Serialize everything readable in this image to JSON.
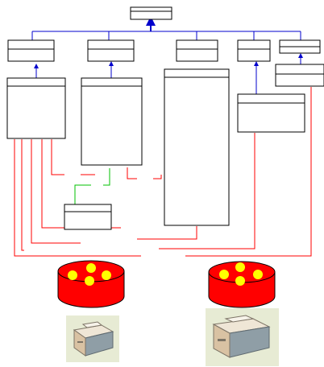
{
  "colors": {
    "background": "#ffffff",
    "box_border": "#000000",
    "hierarchy_line": "#0000cc",
    "data_line": "#ff0000",
    "link_line": "#00c000",
    "database_fill": "#ff0000",
    "database_dots": "#ffff00",
    "printer_panel": "#e7ebd4",
    "printer_body": "#d9c2a3"
  },
  "diagram": {
    "nodes": [
      {
        "id": "root",
        "kind": "entity-box",
        "label": ""
      },
      {
        "id": "level1-a",
        "kind": "entity-box",
        "label": ""
      },
      {
        "id": "level1-b",
        "kind": "entity-box",
        "label": ""
      },
      {
        "id": "level1-c",
        "kind": "entity-box",
        "label": ""
      },
      {
        "id": "level1-d",
        "kind": "entity-box",
        "label": ""
      },
      {
        "id": "level1-e",
        "kind": "entity-box",
        "label": ""
      },
      {
        "id": "detail-a",
        "kind": "entity-box",
        "label": ""
      },
      {
        "id": "detail-b",
        "kind": "entity-box",
        "label": ""
      },
      {
        "id": "detail-c",
        "kind": "entity-box",
        "label": ""
      },
      {
        "id": "detail-d",
        "kind": "entity-box",
        "label": ""
      },
      {
        "id": "detail-e",
        "kind": "entity-box",
        "label": ""
      },
      {
        "id": "linked-box",
        "kind": "entity-box",
        "label": ""
      },
      {
        "id": "database-left",
        "kind": "database-icon",
        "label": ""
      },
      {
        "id": "database-right",
        "kind": "database-icon",
        "label": ""
      },
      {
        "id": "printer-left",
        "kind": "printer-icon",
        "label": ""
      },
      {
        "id": "printer-right",
        "kind": "printer-icon",
        "label": ""
      }
    ],
    "edges": [
      {
        "from": "level1-a",
        "to": "root",
        "kind": "hierarchy"
      },
      {
        "from": "level1-b",
        "to": "root",
        "kind": "hierarchy"
      },
      {
        "from": "level1-c",
        "to": "root",
        "kind": "hierarchy"
      },
      {
        "from": "level1-d",
        "to": "root",
        "kind": "hierarchy"
      },
      {
        "from": "level1-e",
        "to": "root",
        "kind": "hierarchy"
      },
      {
        "from": "detail-a",
        "to": "level1-a",
        "kind": "hierarchy"
      },
      {
        "from": "detail-b",
        "to": "level1-b",
        "kind": "hierarchy"
      },
      {
        "from": "detail-d",
        "to": "level1-d",
        "kind": "hierarchy"
      },
      {
        "from": "detail-e",
        "to": "level1-e",
        "kind": "hierarchy"
      },
      {
        "from": "linked-box",
        "to": "detail-b",
        "kind": "link"
      },
      {
        "from": "detail-a",
        "to": "detail-b",
        "kind": "data"
      },
      {
        "from": "detail-a",
        "to": "database-left",
        "kind": "data"
      },
      {
        "from": "detail-b",
        "to": "detail-c",
        "kind": "data"
      },
      {
        "from": "detail-c",
        "to": "database-left",
        "kind": "data"
      },
      {
        "from": "detail-d",
        "to": "database-left",
        "kind": "data"
      },
      {
        "from": "detail-e",
        "to": "database-left",
        "kind": "data"
      },
      {
        "from": "detail-e",
        "to": "database-right",
        "kind": "data"
      }
    ]
  }
}
